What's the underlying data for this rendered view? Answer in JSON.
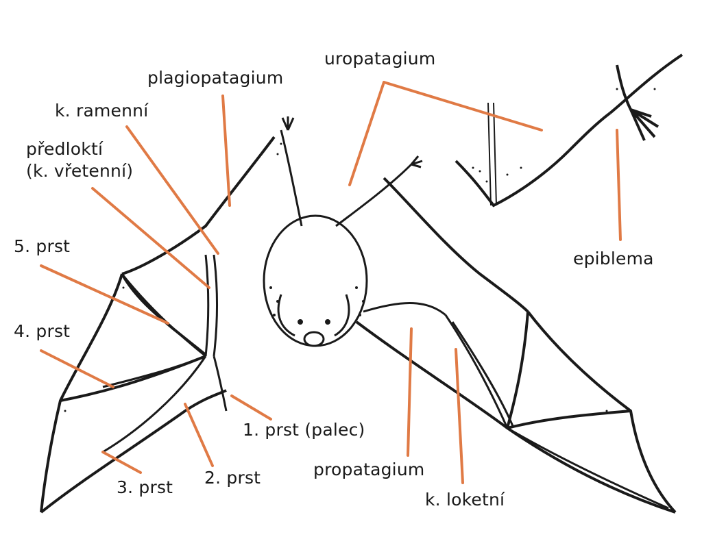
{
  "colors": {
    "leader_line": "#e07a45",
    "ink": "#1a1a1a",
    "background": "#ffffff"
  },
  "labels": {
    "uropatagium": "uropatagium",
    "plagiopatagium": "plagiopatagium",
    "k_ramenni": "k. ramenní",
    "predlokti_line1": "předloktí",
    "predlokti_line2": "(k. vřetenní)",
    "prst5": "5. prst",
    "prst4": "4. prst",
    "prst3": "3. prst",
    "prst2": "2. prst",
    "prst1": "1. prst (palec)",
    "propatagium": "propatagium",
    "k_loketni": "k. loketní",
    "epiblema": "epiblema"
  }
}
